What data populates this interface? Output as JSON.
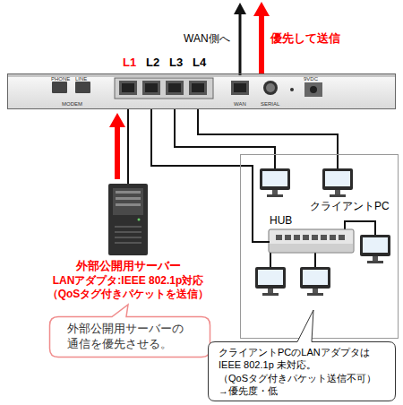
{
  "diagram": {
    "nodes": [
      {
        "text": [
          "PHONE",
          "LINE",
          "MODEM",
          "WAN",
          "SERIAL",
          "9VDC"
        ]
      },
      {
        "text": [
          "外部公開用サーバー",
          "LANアダプタ:IEEE 802.1p対応 （QoSタグ付きパケットを送信）"
        ]
      },
      {
        "text": [
          "クライアントPC"
        ]
      },
      {
        "text": [
          "HUB"
        ],
        "in": 2
      },
      {
        "text": [
          "外部公開用サーバーの 通信を優先させる。"
        ]
      },
      {
        "text": [
          "クライアントPCのLANアダプタは IEEE 802.1p 未対応。 （QoSタグ付きパケット送信不可） →優先度・低"
        ]
      }
    ],
    "edges": [
      {
        "from": 0,
        "to": 1,
        "arrow": "none"
      },
      {
        "from": 0,
        "to": 3,
        "arrow": "none"
      }
    ],
    "labels": [
      "WAN側へ",
      "優先して送信",
      "L1",
      "L2",
      "L3",
      "L4"
    ]
  }
}
